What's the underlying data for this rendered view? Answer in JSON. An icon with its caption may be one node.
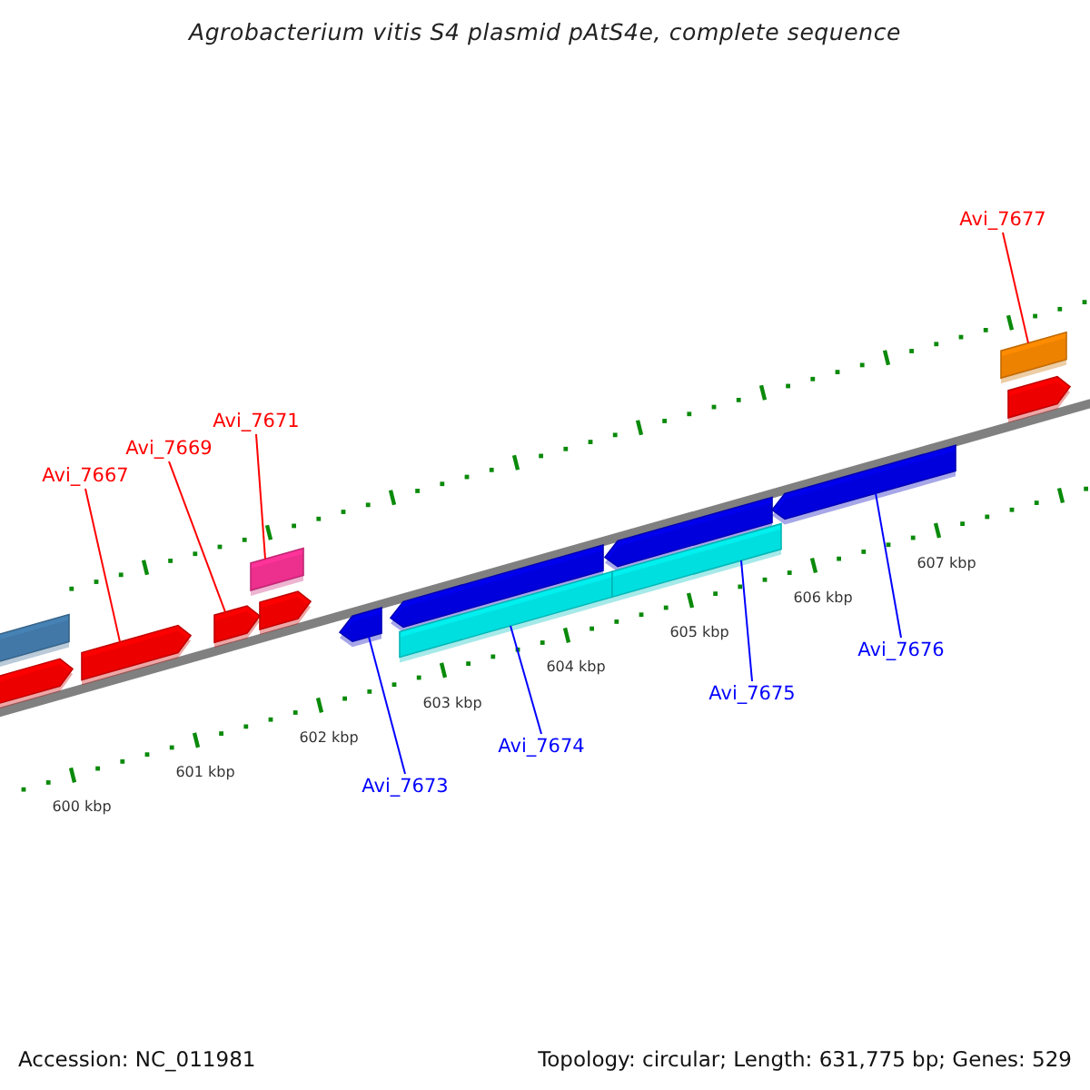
{
  "diagram": {
    "title": "Agrobacterium vitis S4 plasmid pAtS4e, complete sequence",
    "nodes": [
      {
        "text": [
          "Avi_7677"
        ]
      },
      {
        "text": [
          "Avi_7671"
        ]
      },
      {
        "text": [
          "Avi_7669"
        ]
      },
      {
        "text": [
          "Avi_7667"
        ]
      },
      {
        "text": [
          "Avi_7676"
        ]
      },
      {
        "text": [
          "Avi_7675"
        ]
      },
      {
        "text": [
          "Avi_7674"
        ]
      },
      {
        "text": [
          "Avi_7673"
        ]
      },
      {
        "text": [],
        "shape": "bar"
      },
      {
        "text": [],
        "shape": "arrow"
      },
      {
        "text": [],
        "shape": "arrow"
      },
      {
        "text": [],
        "shape": "arrow"
      },
      {
        "text": [],
        "shape": "bar"
      },
      {
        "text": [],
        "shape": "arrow"
      },
      {
        "text": [],
        "shape": "arrow"
      },
      {
        "text": [],
        "shape": "arrow"
      },
      {
        "text": [],
        "shape": "bar"
      },
      {
        "text": [],
        "shape": "arrow"
      },
      {
        "text": [],
        "shape": "bar"
      },
      {
        "text": [],
        "shape": "arrow"
      },
      {
        "text": [],
        "shape": "bar"
      },
      {
        "text": [],
        "shape": "arrow"
      }
    ],
    "edges": [
      {
        "from": 0,
        "to": 20,
        "arrow": "none"
      },
      {
        "from": 1,
        "to": 12,
        "arrow": "none"
      },
      {
        "from": 2,
        "to": 11,
        "arrow": "none"
      },
      {
        "from": 3,
        "to": 10,
        "arrow": "none"
      },
      {
        "from": 4,
        "to": 19,
        "arrow": "none",
        "color": "#0000ff"
      },
      {
        "from": 5,
        "to": 18,
        "arrow": "none",
        "color": "#0000ff"
      },
      {
        "from": 6,
        "to": 16,
        "arrow": "none",
        "color": "#0000ff"
      },
      {
        "from": 7,
        "to": 14,
        "arrow": "none",
        "color": "#0000ff"
      }
    ],
    "labels": [
      "600 kbp",
      "601 kbp",
      "602 kbp",
      "603 kbp",
      "604 kbp",
      "605 kbp",
      "606 kbp",
      "607 kbp",
      "Accession: NC_011981",
      "Topology: circular; Length: 631,775 bp; Genes: 529"
    ]
  }
}
